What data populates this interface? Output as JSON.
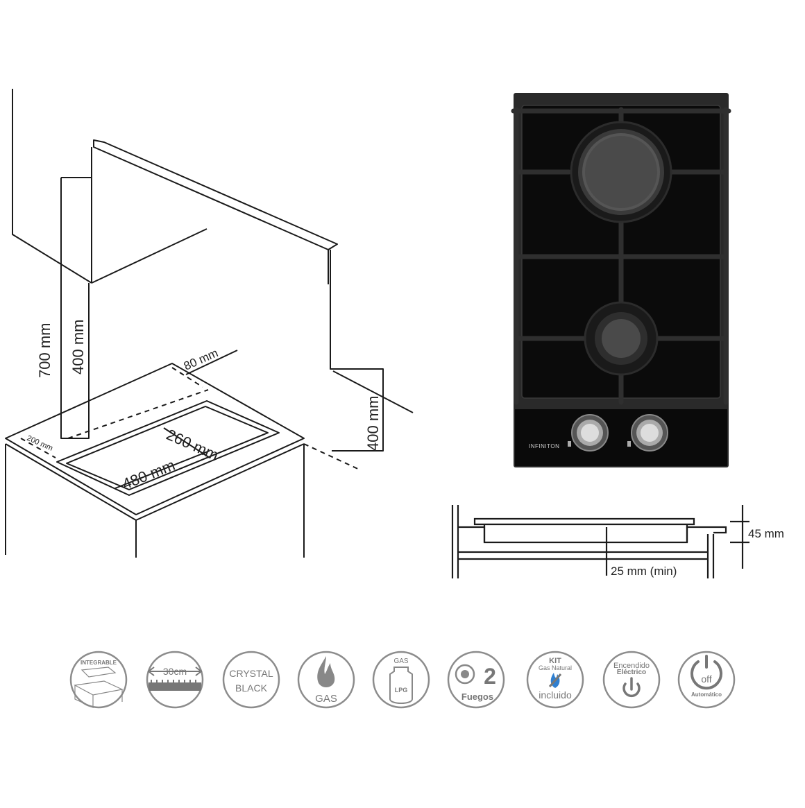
{
  "installation": {
    "dim_700": "700 mm",
    "dim_400_left": "400 mm",
    "dim_80": "80 mm",
    "dim_400_right": "400 mm",
    "dim_200": "200 mm",
    "dim_260": "260 mm",
    "dim_480": "480 mm"
  },
  "product": {
    "brand": "INFINITON"
  },
  "section": {
    "dim_45": "45 mm",
    "dim_25": "25 mm (min)"
  },
  "badges": {
    "integrable": "INTEGRABLE",
    "width": "30cm",
    "crystal_1": "CRYSTAL",
    "crystal_2": "BLACK",
    "gas": "GAS",
    "lpg_top": "GAS",
    "lpg": "LPG",
    "burners_count": "2",
    "burners_label": "Fuegos",
    "kit_1": "KIT",
    "kit_2": "Gas Natural",
    "kit_3": "incluido",
    "ignition_1": "Encendido",
    "ignition_2": "Eléctrico",
    "off_label": "off",
    "auto_label": "Automático"
  },
  "colors": {
    "line": "#1a1a1a",
    "glass": "#0d0d0d",
    "badge_grey": "#8c8c8c"
  }
}
